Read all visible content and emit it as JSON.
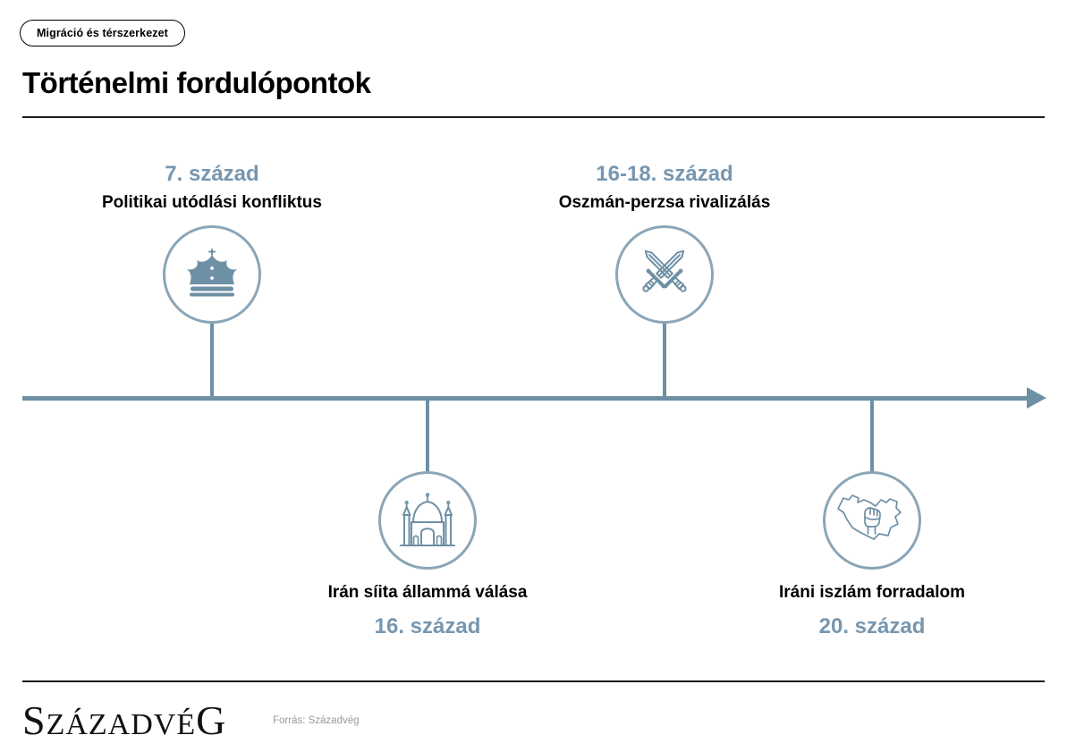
{
  "badge": {
    "label": "Migráció és térszerkezet"
  },
  "header": {
    "title": "Történelmi fordulópontok"
  },
  "timeline": {
    "direction": "left-to-right-arrow",
    "events": [
      {
        "period": "7. század",
        "title": "Politikai utódlási konfliktus",
        "icon": "crown-icon",
        "position": "above"
      },
      {
        "period": "16-18. század",
        "title": "Oszmán-perzsa rivalizálás",
        "icon": "crossed-swords-icon",
        "position": "above"
      },
      {
        "period": "16. század",
        "title": "Irán síita állammá válása",
        "icon": "mosque-icon",
        "position": "below"
      },
      {
        "period": "20. század",
        "title": "Iráni iszlám forradalom",
        "icon": "iran-map-fist-icon",
        "position": "below"
      }
    ]
  },
  "footer": {
    "logo_first": "S",
    "logo_mid": "ZÁZADVÉ",
    "logo_last": "G",
    "source": "Forrás: Századvég"
  },
  "colors": {
    "accent": "#6E90A5",
    "circle_stroke": "#8AA6B8",
    "period_text": "#7796AF",
    "rule": "#1a1a1a",
    "source_text": "#999999"
  }
}
